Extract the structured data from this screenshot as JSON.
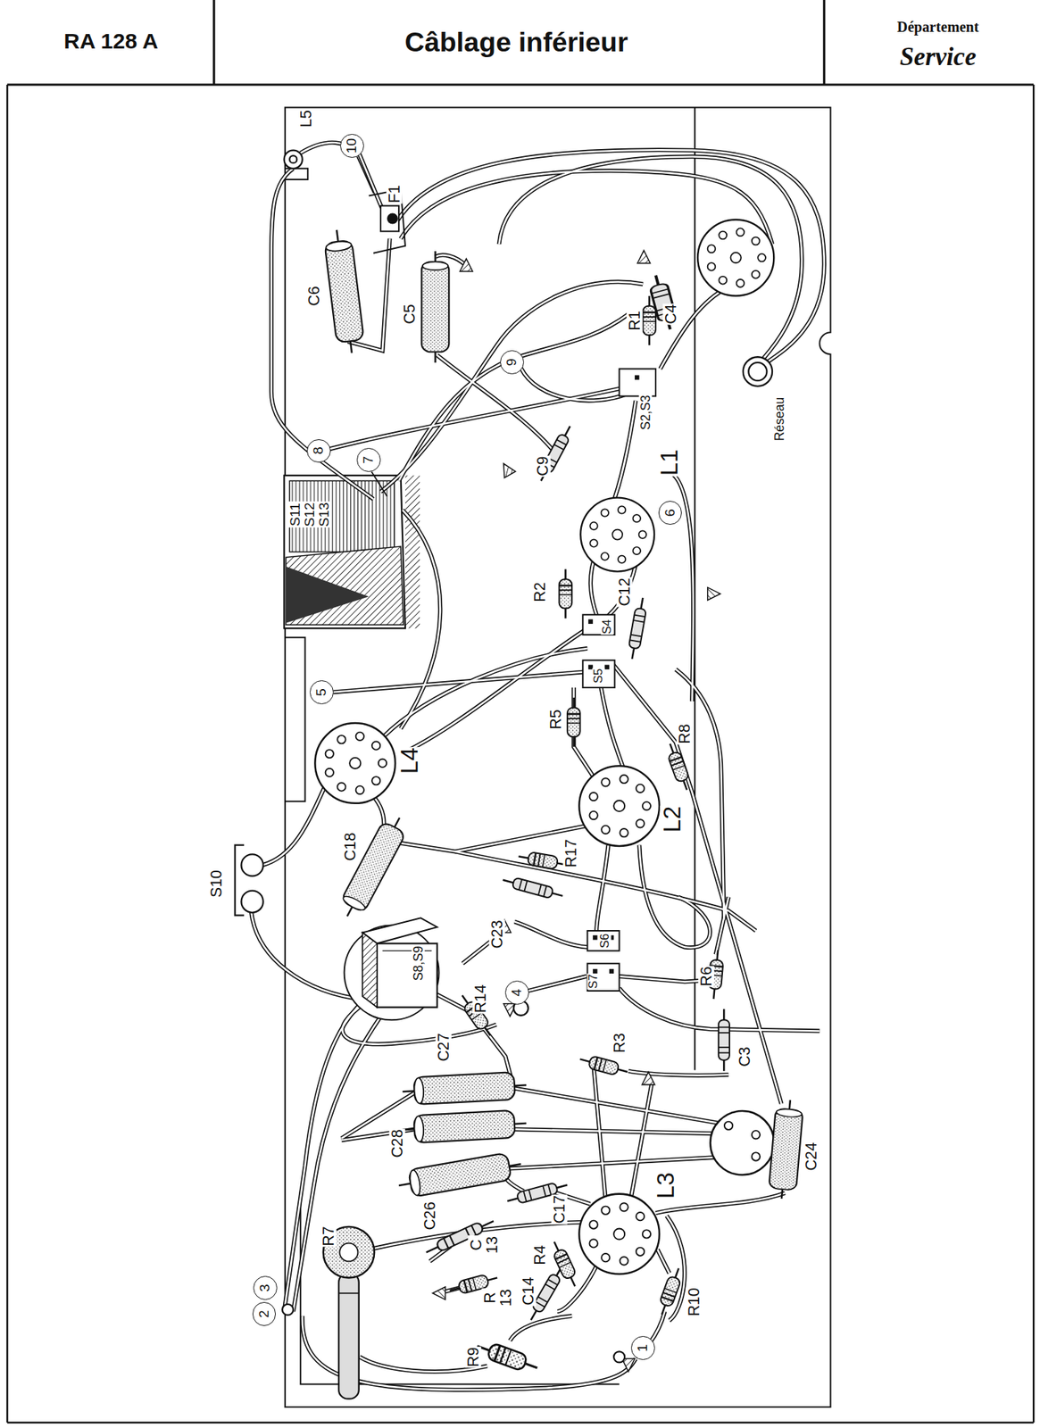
{
  "diagram": {
    "title": "Câblage inférieur",
    "nodes": [
      {
        "text": [
          "10"
        ]
      },
      {
        "text": [
          "9"
        ]
      },
      {
        "text": [
          "8"
        ]
      },
      {
        "text": [
          "7"
        ]
      },
      {
        "text": [
          "6"
        ]
      },
      {
        "text": [
          "5"
        ]
      },
      {
        "text": [
          "4"
        ]
      },
      {
        "text": [
          "3"
        ]
      },
      {
        "text": [
          "2"
        ]
      },
      {
        "text": [
          "1"
        ]
      }
    ],
    "labels": [
      "RA 128 A",
      "Département",
      "Service",
      "L5",
      "F1",
      "C6",
      "C5",
      "R1",
      "C4",
      "S2,S3",
      "Réseau",
      "S11 S12 S13",
      "C9",
      "L1",
      "R2",
      "C12",
      "S4",
      "S5",
      "R5",
      "R8",
      "L4",
      "L2",
      "C18",
      "R17",
      "S10",
      "C23",
      "S8,S9",
      "S6",
      "S7",
      "R14",
      "R6",
      "R3",
      "C3",
      "C27",
      "C28",
      "C24",
      "C26",
      "L3",
      "C17",
      "C 13",
      "R4",
      "R7",
      "R 13",
      "C14",
      "R10",
      "R9"
    ]
  }
}
